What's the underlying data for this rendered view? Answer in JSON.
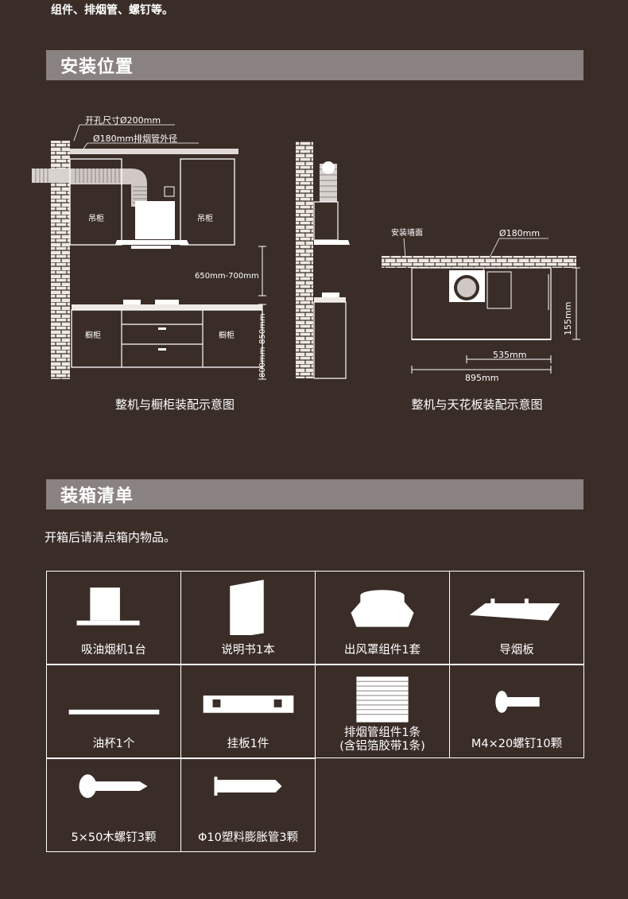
{
  "top_text": "组件、排烟管、螺钉等。",
  "section_install": {
    "title": "安装位置"
  },
  "diagram_cabinet": {
    "hole_label": "开孔尺寸Ø200mm",
    "pipe_label": "Ø180mm排烟管外径",
    "hanging_cabinet_left": "吊柜",
    "hanging_cabinet_right": "吊柜",
    "height_label": "650mm-700mm",
    "cabinet_left": "橱柜",
    "cabinet_right": "橱柜",
    "counter_height": "800mm-850mm",
    "caption": "整机与橱柜装配示意图"
  },
  "diagram_ceiling": {
    "wall_label": "安装墙面",
    "dia_label": "Ø180mm",
    "dim_155": "155mm",
    "dim_535": "535mm",
    "dim_895": "895mm",
    "caption": "整机与天花板装配示意图"
  },
  "section_packing": {
    "title": "装箱清单"
  },
  "packing_note": "开箱后请清点箱内物品。",
  "items": [
    {
      "label": "吸油烟机1台",
      "icon": "range-hood-icon"
    },
    {
      "label": "说明书1本",
      "icon": "manual-icon"
    },
    {
      "label": "出风罩组件1套",
      "icon": "outlet-cover-icon"
    },
    {
      "label": "导烟板",
      "icon": "smoke-guide-plate-icon"
    },
    {
      "label": "油杯1个",
      "icon": "oil-cup-icon"
    },
    {
      "label": "挂板1件",
      "icon": "hanging-plate-icon"
    },
    {
      "label": "排烟管组件1条",
      "label2": "(含铝箔胶带1条)",
      "icon": "exhaust-pipe-icon"
    },
    {
      "label": "M4×20螺钉10颗",
      "icon": "screw-icon"
    },
    {
      "label": "5×50木螺钉3颗",
      "icon": "wood-screw-icon"
    },
    {
      "label": "Φ10塑料膨胀管3颗",
      "icon": "plastic-anchor-icon"
    }
  ]
}
